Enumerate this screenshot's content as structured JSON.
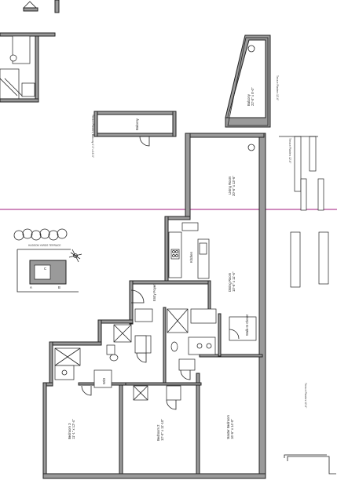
{
  "rooms": {
    "balcony_upper": {
      "name": "Balcony",
      "dims": "22'-0\" x 5'-0\""
    },
    "balcony_left": {
      "name": "Balcony"
    },
    "living_room": {
      "name": "Living Room",
      "dims": "20'-6\" x 13'-6\""
    },
    "kitchen": {
      "name": "Kitchen"
    },
    "dining_room": {
      "name": "Dining Room",
      "dims": "10'-6\" x 11'-6\""
    },
    "entry_foyer": {
      "name": "Entry Foyer"
    },
    "walk_in_closet": {
      "name": "Walk-In Closet"
    },
    "bedroom3": {
      "name": "Bedroom 3",
      "dims": "11'-1\" x 12'-4\""
    },
    "bedroom2": {
      "name": "Bedroom 2",
      "dims": "12'-0\" x 11'-10\""
    },
    "master_bedroom": {
      "name": "Master Bedroom",
      "dims": "16'-6\" x 14'-0\""
    },
    "wd": {
      "name": "W/D"
    }
  },
  "key_plan": {
    "label": "HUDSON YARDS TERRACE",
    "units": [
      "A",
      "B",
      "C"
    ]
  },
  "side_notes": {
    "right_top": "Terrace Planters 12'-6\"",
    "right_mid": "Terrace Planters 12'-6\"",
    "right_low": "Terrace Planters 12'-6\"",
    "left_balcony": "Terrace Planters, Balcony 4'-0\" x 16'-0\""
  },
  "colors": {
    "wall": "#9a9a9a",
    "line": "#222222",
    "reference_line": "#a01a7c"
  }
}
